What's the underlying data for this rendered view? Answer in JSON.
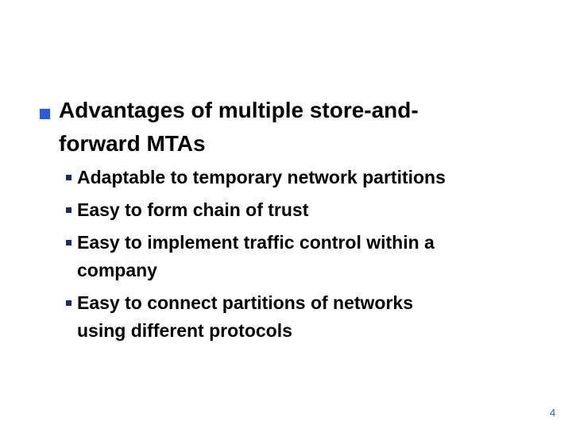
{
  "slide": {
    "background_color": "#ffffff"
  },
  "colors": {
    "title_bullet": "#2a5be3",
    "body_bullet": "#1a2a70",
    "text": "#000000",
    "page_number": "#3f5c99"
  },
  "title": {
    "bullet_icon": "square-bullet-icon",
    "lines": [
      "Advantages of multiple store-and-",
      "forward MTAs"
    ]
  },
  "body": {
    "bullet_icon": "small-square-bullet-icon",
    "items": [
      {
        "lines": [
          "Adaptable to temporary network partitions"
        ]
      },
      {
        "lines": [
          "Easy to form chain of trust"
        ]
      },
      {
        "lines": [
          "Easy to implement traffic control within a",
          "company"
        ]
      },
      {
        "lines": [
          "Easy to connect partitions of networks",
          "using different protocols"
        ]
      }
    ]
  },
  "page": {
    "number": "4"
  }
}
